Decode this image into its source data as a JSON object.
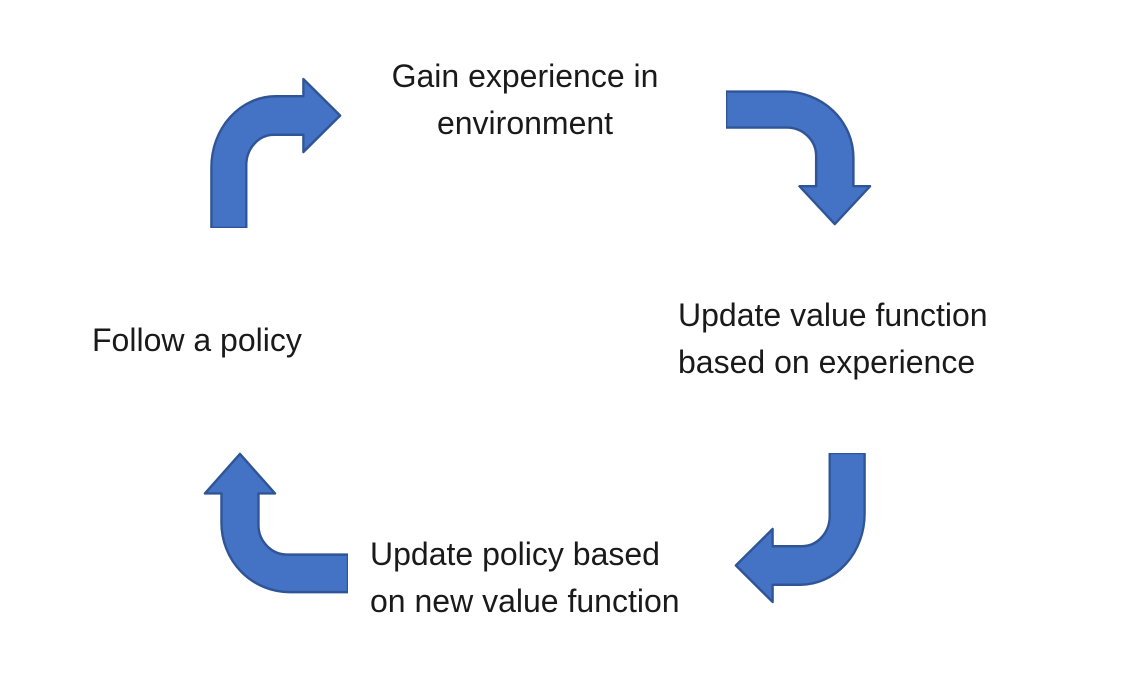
{
  "diagram": {
    "title": "policy-iteration-cycle",
    "background_color": "#ffffff",
    "text_color": "#1a1a1a",
    "arrow_fill": "#4472c4",
    "arrow_stroke": "#2f5597",
    "labels": {
      "top": {
        "line1": "Gain experience in",
        "line2": "environment"
      },
      "right": {
        "line1": "Update value function",
        "line2": "based on experience"
      },
      "bottom": {
        "line1": "Update policy based",
        "line2": "on new value function"
      },
      "left": {
        "line1": "Follow a policy"
      }
    },
    "arrows": [
      {
        "name": "arrow-left-to-top",
        "shape": "bent-arrow",
        "direction": "up-then-right"
      },
      {
        "name": "arrow-top-to-right",
        "shape": "bent-arrow",
        "direction": "right-then-down"
      },
      {
        "name": "arrow-right-to-bottom",
        "shape": "bent-arrow",
        "direction": "down-then-left"
      },
      {
        "name": "arrow-bottom-to-left",
        "shape": "bent-arrow",
        "direction": "left-then-up"
      }
    ]
  }
}
